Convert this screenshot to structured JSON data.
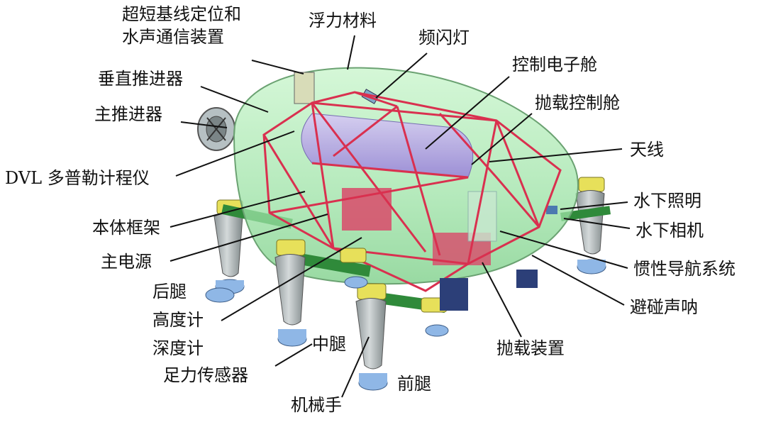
{
  "labels": {
    "usbl": "超短基线定位和\n水声通信装置",
    "buoyancy": "浮力材料",
    "strobe": "频闪灯",
    "electronics_cabin": "控制电子舱",
    "vertical_thruster": "垂直推进器",
    "release_control_cabin": "抛载控制舱",
    "main_thruster": "主推进器",
    "antenna": "天线",
    "dvl": "DVL 多普勒计程仪",
    "underwater_light": "水下照明",
    "body_frame": "本体框架",
    "underwater_camera": "水下相机",
    "main_power": "主电源",
    "ins": "惯性导航系统",
    "rear_leg": "后腿",
    "obstacle_sonar": "避碰声呐",
    "altimeter": "高度计",
    "depth_gauge": "深度计",
    "middle_leg": "中腿",
    "release_device": "抛载装置",
    "force_sensor": "足力传感器",
    "front_leg": "前腿",
    "manipulator": "机械手"
  },
  "colors": {
    "hull": "#a8ebb0",
    "frame": "#d9304f",
    "cabin": "#b8a6e8",
    "joint": "#e7e05a",
    "leg": "#b9c0c2",
    "foot": "#8fb7e6",
    "beam": "#2f8a3a"
  }
}
